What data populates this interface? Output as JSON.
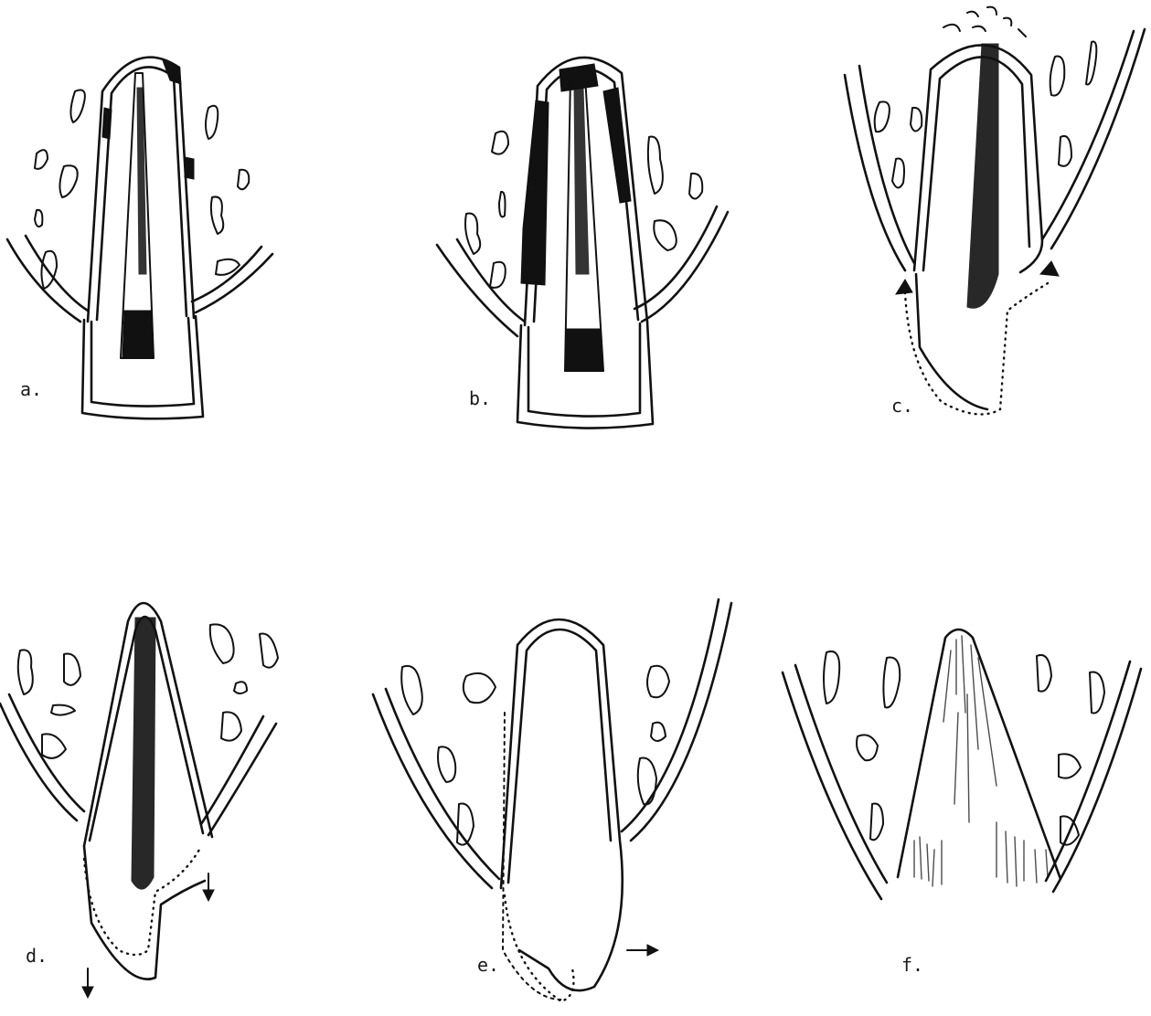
{
  "figure": {
    "panels": [
      {
        "id": "a",
        "label": "a."
      },
      {
        "id": "b",
        "label": "b."
      },
      {
        "id": "c",
        "label": "c."
      },
      {
        "id": "d",
        "label": "d."
      },
      {
        "id": "e",
        "label": "e."
      },
      {
        "id": "f",
        "label": "f."
      }
    ]
  }
}
